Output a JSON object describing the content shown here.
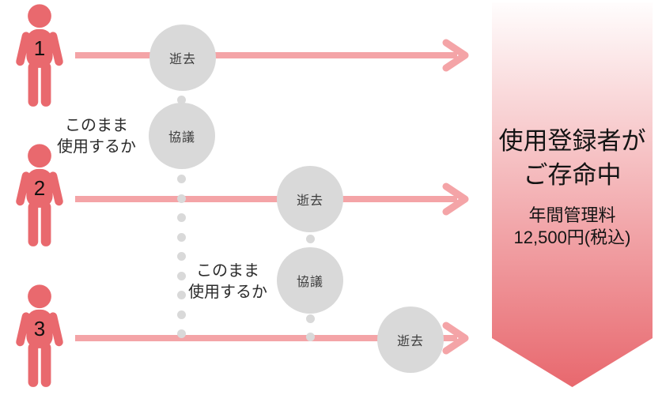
{
  "persons": [
    {
      "number": "1"
    },
    {
      "number": "2"
    },
    {
      "number": "3"
    }
  ],
  "death_circles": [
    {
      "label": "逝去"
    },
    {
      "label": "逝去"
    },
    {
      "label": "逝去"
    }
  ],
  "consult_circles": [
    {
      "label": "協議"
    },
    {
      "label": "協議"
    }
  ],
  "decision_notes": [
    {
      "line1": "このまま",
      "line2": "使用するか"
    },
    {
      "line1": "このまま",
      "line2": "使用するか"
    }
  ],
  "banner": {
    "title_line1": "使用登録者が",
    "title_line2": "ご存命中",
    "fee_line1": "年間管理料",
    "fee_line2": "12,500円(税込)"
  },
  "colors": {
    "person": "#e9696e",
    "arrow": "#f4a4a7",
    "circle": "#d9d9d9",
    "banner_top": "#fffdfd",
    "banner_bottom": "#e8686e",
    "text": "#2b2b2b",
    "banner_text": "#141414"
  }
}
